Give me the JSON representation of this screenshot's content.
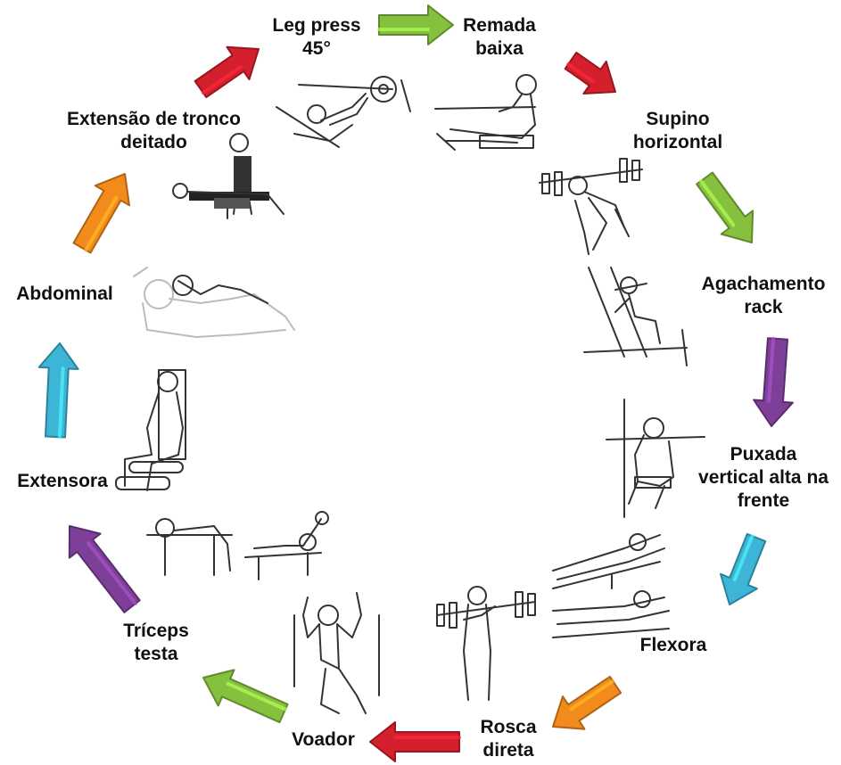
{
  "colors": {
    "green": "#86c03f",
    "red": "#d3202c",
    "purple": "#7e3f98",
    "cyan": "#3cb5d6",
    "orange": "#f28b1c"
  },
  "stations": [
    {
      "id": "leg-press",
      "lines": [
        "Leg press",
        "45°"
      ]
    },
    {
      "id": "remada-baixa",
      "lines": [
        "Remada",
        "baixa"
      ]
    },
    {
      "id": "supino-horizontal",
      "lines": [
        "Supino",
        "horizontal"
      ]
    },
    {
      "id": "agachamento-rack",
      "lines": [
        "Agachamento",
        "rack"
      ]
    },
    {
      "id": "puxada-vertical",
      "lines": [
        "Puxada",
        "vertical alta na",
        "frente"
      ]
    },
    {
      "id": "flexora",
      "lines": [
        "Flexora"
      ]
    },
    {
      "id": "rosca-direta",
      "lines": [
        "Rosca",
        "direta"
      ]
    },
    {
      "id": "voador",
      "lines": [
        "Voador"
      ]
    },
    {
      "id": "triceps-testa",
      "lines": [
        "Tríceps",
        "testa"
      ]
    },
    {
      "id": "extensora",
      "lines": [
        "Extensora"
      ]
    },
    {
      "id": "abdominal",
      "lines": [
        "Abdominal"
      ]
    },
    {
      "id": "extensao-tronco",
      "lines": [
        "Extensão de tronco",
        "deitado"
      ]
    }
  ],
  "arrows": [
    {
      "id": "leg-press-to-remada",
      "color": "green",
      "icon": "arrow-right"
    },
    {
      "id": "remada-to-supino",
      "color": "red",
      "icon": "arrow-down-right"
    },
    {
      "id": "supino-to-agachamento",
      "color": "green",
      "icon": "arrow-down-right"
    },
    {
      "id": "agachamento-to-puxada",
      "color": "purple",
      "icon": "arrow-down"
    },
    {
      "id": "puxada-to-flexora",
      "color": "cyan",
      "icon": "arrow-down-left"
    },
    {
      "id": "flexora-to-rosca",
      "color": "orange",
      "icon": "arrow-down-left"
    },
    {
      "id": "rosca-to-voador",
      "color": "red",
      "icon": "arrow-left"
    },
    {
      "id": "voador-to-triceps",
      "color": "green",
      "icon": "arrow-up-left"
    },
    {
      "id": "triceps-to-extensora",
      "color": "purple",
      "icon": "arrow-up-left"
    },
    {
      "id": "extensora-to-abdominal",
      "color": "cyan",
      "icon": "arrow-up"
    },
    {
      "id": "abdominal-to-extensao",
      "color": "orange",
      "icon": "arrow-up-right"
    },
    {
      "id": "extensao-to-leg-press",
      "color": "red",
      "icon": "arrow-up-right"
    }
  ]
}
